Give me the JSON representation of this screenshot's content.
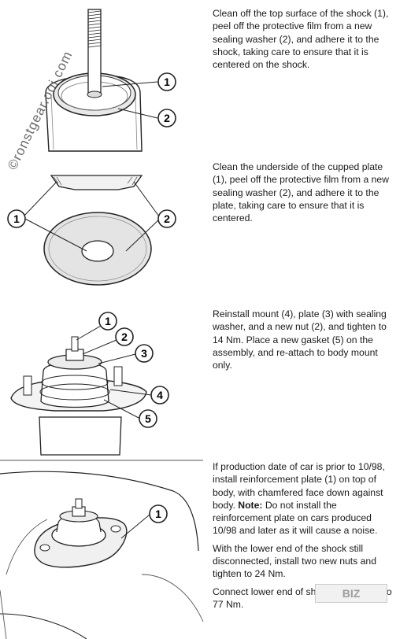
{
  "steps": [
    {
      "text": "Clean off the top surface of the shock (1), peel off the protective film from a new sealing washer (2), and adhere it to the shock, taking care to ensure that it is centered on the shock.",
      "callouts": [
        "1",
        "2"
      ]
    },
    {
      "text": "Clean the underside of the cupped plate (1), peel off the protective film from a new sealing washer (2), and adhere it to the plate, taking care to ensure that it is centered.",
      "callouts": [
        "1",
        "2"
      ]
    },
    {
      "text": "Reinstall mount (4), plate (3) with sealing washer, and a new nut (2), and tighten to 14 Nm. Place a new gasket (5) on the assembly, and re-attach to body mount only.",
      "callouts": [
        "1",
        "2",
        "3",
        "4",
        "5"
      ]
    },
    {
      "text_before_note": "If production date of car is prior to 10/98, install reinforcement plate (1) on top of body, with chamfered face down against body. ",
      "note_label": "Note:",
      "text_after_note": " Do not install the reinforcement plate on cars produced 10/98 and later as it will cause a noise.",
      "para2": "With the lower end of the shock still disconnected, install two new nuts and tighten to 24 Nm.",
      "para3": "Connect lower end of shock and tighten to 77 Nm.",
      "callouts": [
        "1"
      ]
    }
  ],
  "watermark": "©ronstgear.ooi.com",
  "stamp": "BIZ"
}
